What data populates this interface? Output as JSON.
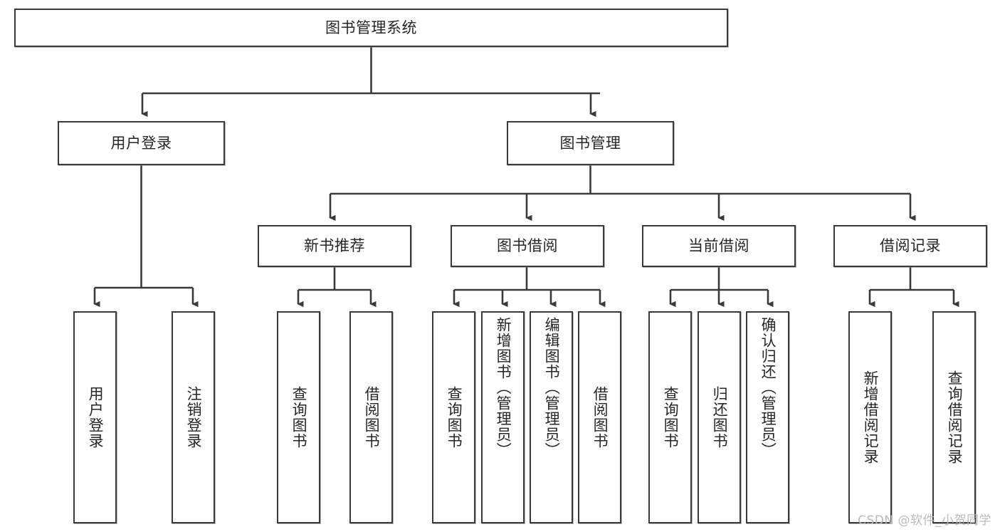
{
  "diagram": {
    "title": "图书管理系统",
    "type": "tree-hierarchy",
    "watermark": "CSDN @软件_小贺同学",
    "colors": {
      "box_border": "#3a3a3a",
      "box_fill": "#ffffff",
      "text": "#262626",
      "connector": "#3a3a3a",
      "watermark": "#b9b9b9",
      "background": "#ffffff"
    },
    "root": {
      "label": "图书管理系统"
    },
    "level2": [
      {
        "label": "用户登录"
      },
      {
        "label": "图书管理"
      }
    ],
    "level3": [
      {
        "label": "新书推荐"
      },
      {
        "label": "图书借阅"
      },
      {
        "label": "当前借阅"
      },
      {
        "label": "借阅记录"
      }
    ],
    "leaves": {
      "user_login": [
        {
          "label": "用户登录"
        },
        {
          "label": "注销登录"
        }
      ],
      "new_book_recommend": [
        {
          "label": "查询图书"
        },
        {
          "label": "借阅图书"
        }
      ],
      "book_borrow": [
        {
          "label": "查询图书"
        },
        {
          "label": "新增图书（管理员）"
        },
        {
          "label": "编辑图书（管理员）"
        },
        {
          "label": "借阅图书"
        }
      ],
      "current_borrow": [
        {
          "label": "查询图书"
        },
        {
          "label": "归还图书"
        },
        {
          "label": "确认归还（管理员）"
        }
      ],
      "borrow_record": [
        {
          "label": "新增借阅记录"
        },
        {
          "label": "查询借阅记录"
        }
      ]
    }
  }
}
